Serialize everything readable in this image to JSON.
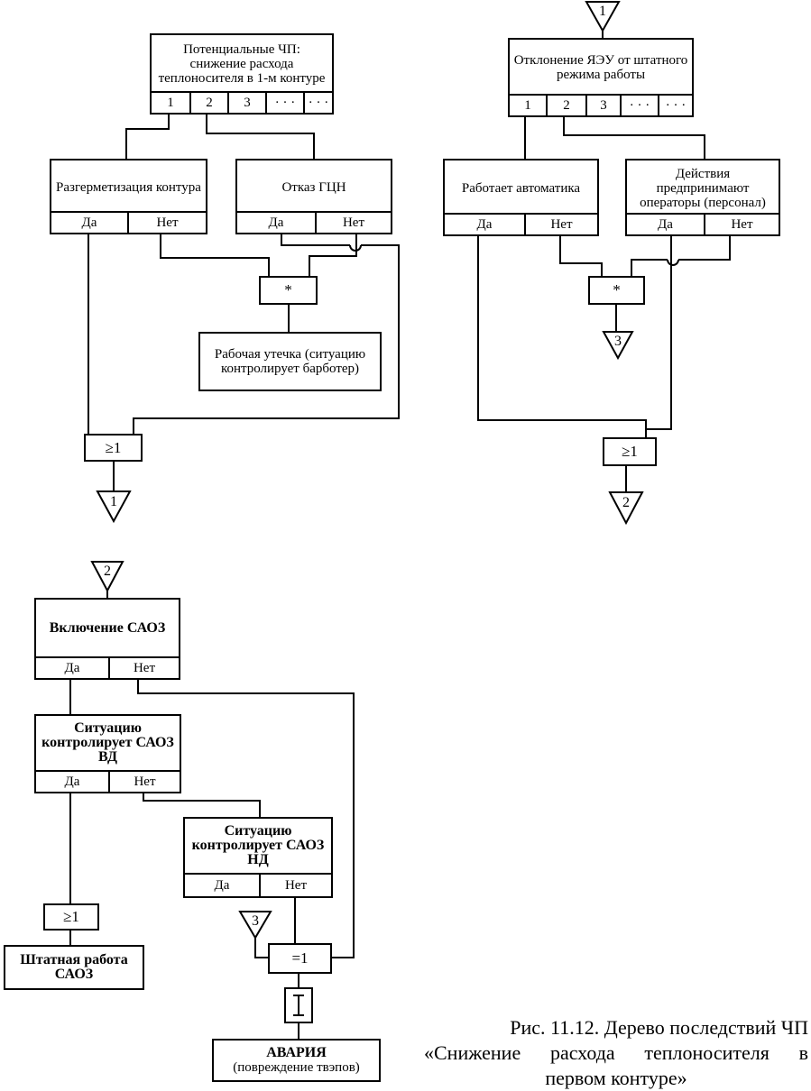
{
  "left_tree": {
    "root": {
      "title": "Потенциальные ЧП: снижение расхода теплоносителя в 1-м контуре",
      "cells": [
        "1",
        "2",
        "3",
        "· · ·",
        "· · ·"
      ]
    },
    "depressurization": {
      "title": "Разгерметизация контура",
      "yes": "Да",
      "no": "Нет"
    },
    "pump_failure": {
      "title": "Отказ ГЦН",
      "yes": "Да",
      "no": "Нет"
    },
    "and_gate": "*",
    "working_leak": {
      "title": "Рабочая утечка (ситуацию контролирует барботер)"
    },
    "or_gate": "≥1",
    "output_connector": "1"
  },
  "right_tree": {
    "input_connector": "1",
    "root": {
      "title": "Отклонение ЯЭУ от штатного режима работы",
      "cells": [
        "1",
        "2",
        "3",
        "· · ·",
        "· · ·"
      ]
    },
    "automation": {
      "title": "Работает автоматика",
      "yes": "Да",
      "no": "Нет"
    },
    "operators": {
      "title": "Действия предпринимают операторы (персонал)",
      "yes": "Да",
      "no": "Нет"
    },
    "and_gate": "*",
    "and_output_connector": "3",
    "or_gate": "≥1",
    "output_connector": "2"
  },
  "bottom_tree": {
    "input_connector": "2",
    "saoz": {
      "title": "Включение САОЗ",
      "yes": "Да",
      "no": "Нет"
    },
    "saoz_hp": {
      "title": "Ситуацию контролирует САОЗ ВД",
      "yes": "Да",
      "no": "Нет"
    },
    "saoz_lp": {
      "title": "Ситуацию контролирует САОЗ НД",
      "yes": "Да",
      "no": "Нет"
    },
    "or_gate": "≥1",
    "normal_operation": "Штатная работа САОЗ",
    "input_connector_3": "3",
    "xor_gate": "=1",
    "inhibit_symbol": "I",
    "accident": {
      "title": "АВАРИЯ",
      "subtitle": "(повреждение твэпов)"
    }
  },
  "caption": {
    "line1": "Рис. 11.12. Дерево последствий ЧП",
    "line2": "«Снижение расхода теплоносителя в",
    "line3": "первом контуре»"
  }
}
